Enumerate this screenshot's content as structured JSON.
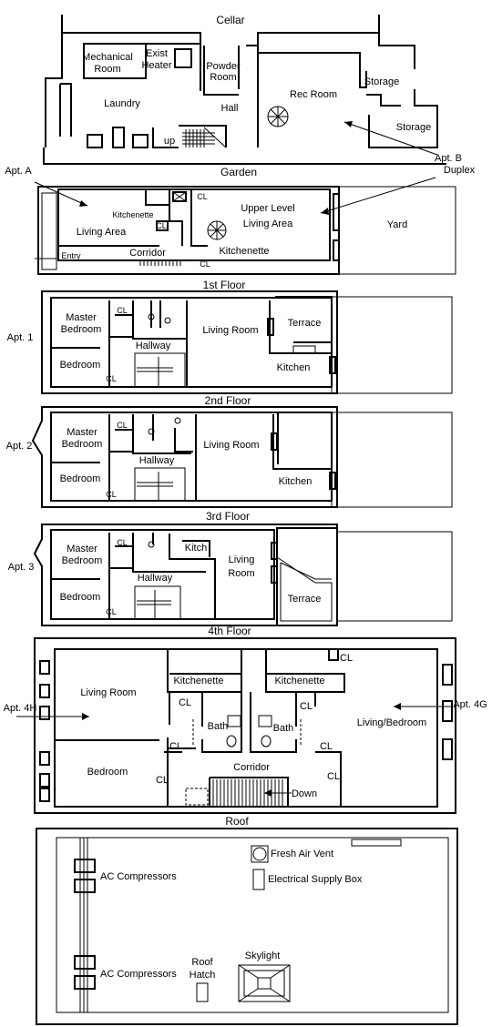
{
  "floors": {
    "cellar": "Cellar",
    "garden": "Garden",
    "first": "1st Floor",
    "second": "2nd Floor",
    "third": "3rd Floor",
    "fourth": "4th Floor",
    "roof": "Roof"
  },
  "cellar": {
    "mechanical": "Mechanical Room",
    "heater": "Exist Heater",
    "powder": "Powder Room",
    "laundry": "Laundry",
    "hall": "Hall",
    "rec": "Rec Room",
    "storage1": "Storage",
    "storage2": "Storage",
    "up": "up"
  },
  "garden_level": {
    "apt_a": "Apt. A",
    "apt_b": "Apt. B Duplex",
    "kitchenette_a": "Kitchenette",
    "living_a": "Living Area",
    "cl_top": "CL",
    "cl_mid": "CL",
    "cl_bot": "CL",
    "upper_living": "Upper Level Living Area",
    "kitchenette_b": "Kitchenette",
    "corridor": "Corridor",
    "entry": "Entry",
    "yard": "Yard"
  },
  "apt1": {
    "label": "Apt. 1",
    "master": "Master Bedroom",
    "cl1": "CL",
    "cl2": "CL",
    "hallway": "Hallway",
    "bedroom": "Bedroom",
    "living": "Living Room",
    "terrace": "Terrace",
    "kitchen": "Kitchen"
  },
  "apt2": {
    "label": "Apt. 2",
    "master": "Master Bedroom",
    "cl1": "CL",
    "cl2": "CL",
    "hallway": "Hallway",
    "bedroom": "Bedroom",
    "living": "Living Room",
    "kitchen": "Kitchen"
  },
  "apt3": {
    "label": "Apt. 3",
    "master": "Master Bedroom",
    "cl1": "CL",
    "cl2": "CL",
    "hallway": "Hallway",
    "bedroom": "Bedroom",
    "kitch": "Kitch",
    "living": "Living Room",
    "terrace": "Terrace"
  },
  "fourth_level": {
    "apt_4h": "Apt. 4H",
    "apt_4g": "Apt. 4G",
    "living_h": "Living Room",
    "bedroom_h": "Bedroom",
    "kitchenette_h": "Kitchenette",
    "kitchenette_g": "Kitchenette",
    "bath_h": "Bath",
    "bath_g": "Bath",
    "cl_a": "CL",
    "cl_b": "CL",
    "cl_c": "CL",
    "cl_d": "CL",
    "cl_e": "CL",
    "cl_f": "CL",
    "cl_g": "CL",
    "corridor": "Corridor",
    "down": "Down",
    "living_g": "Living/Bedroom"
  },
  "roof_level": {
    "fresh_air": "Fresh Air Vent",
    "electrical": "Electrical Supply Box",
    "ac1": "AC Compressors",
    "ac2": "AC Compressors",
    "hatch": "Roof Hatch",
    "skylight": "Skylight"
  }
}
